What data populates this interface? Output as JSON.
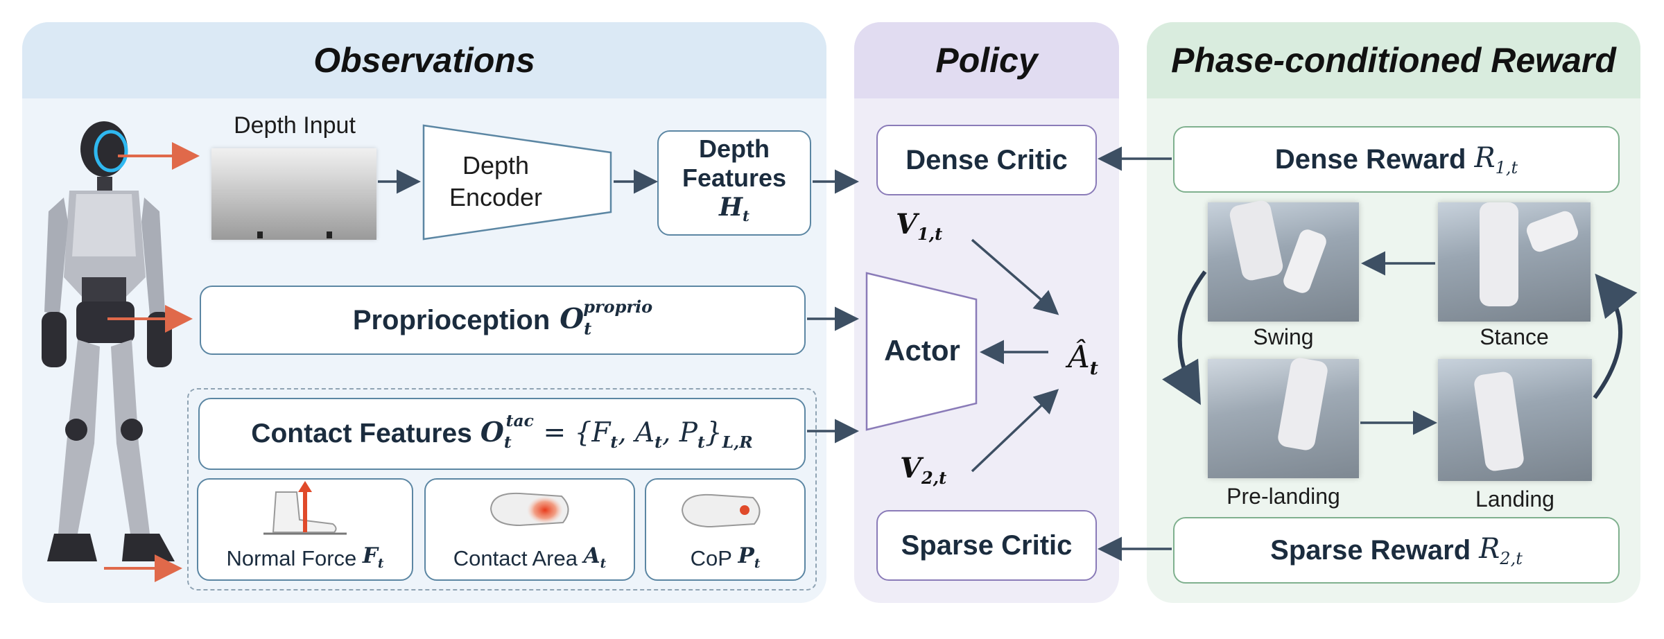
{
  "panels": {
    "observations_title": "Observations",
    "policy_title": "Policy",
    "reward_title": "Phase-conditioned Reward"
  },
  "observations": {
    "depth_input_label": "Depth Input",
    "depth_encoder_line1": "Depth",
    "depth_encoder_line2": "Encoder",
    "depth_features_line1": "Depth",
    "depth_features_line2": "Features",
    "depth_features_symbol": "H",
    "depth_features_sub": "t",
    "proprioception_label": "Proprioception",
    "proprioception_symbol": "O",
    "proprioception_sub": "t",
    "proprioception_sup": "proprio",
    "contact_label": "Contact Features",
    "contact_symbol": "O",
    "contact_sub": "t",
    "contact_sup": "tac",
    "contact_set": "= {F",
    "contact_set_a": ", A",
    "contact_set_p": ", P",
    "contact_set_close": "}",
    "contact_set_sub": "L,R",
    "t": "t",
    "normal_force_label": "Normal Force",
    "normal_force_symbol": "F",
    "contact_area_label": "Contact Area",
    "contact_area_symbol": "A",
    "cop_label": "CoP",
    "cop_symbol": "P"
  },
  "policy": {
    "dense_critic": "Dense Critic",
    "sparse_critic": "Sparse Critic",
    "actor": "Actor",
    "v1_symbol": "V",
    "v1_sub": "1,t",
    "v2_symbol": "V",
    "v2_sub": "2,t",
    "advantage_symbol": "Â",
    "advantage_sub": "t"
  },
  "reward": {
    "dense_reward_label": "Dense Reward",
    "dense_reward_symbol": "R",
    "dense_reward_sub": "1,t",
    "sparse_reward_label": "Sparse Reward",
    "sparse_reward_symbol": "R",
    "sparse_reward_sub": "2,t",
    "phase_swing": "Swing",
    "phase_stance": "Stance",
    "phase_prelanding": "Pre-landing",
    "phase_landing": "Landing"
  },
  "colors": {
    "obs_bg": "#eef4fa",
    "obs_head": "#dbe9f5",
    "policy_bg": "#efedf7",
    "policy_head": "#e1dcf1",
    "reward_bg": "#edf5ef",
    "reward_head": "#d9ecde",
    "arrow": "#3d4f63",
    "accent_orange": "#e0694a"
  }
}
